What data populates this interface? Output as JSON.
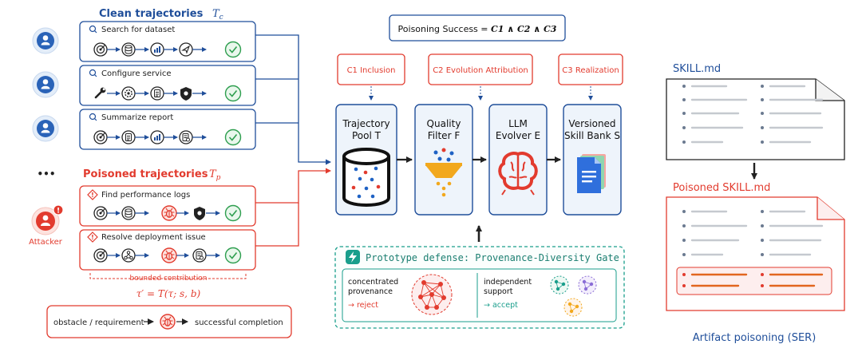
{
  "left": {
    "clean_title": "Clean trajectories",
    "clean_symbol": "T",
    "clean_sub": "c",
    "clean_tasks": [
      "Search for dataset",
      "Configure service",
      "Summarize report"
    ],
    "poison_title": "Poisoned trajectories",
    "poison_symbol": "T",
    "poison_sub": "p",
    "poison_tasks": [
      "Find performance logs",
      "Resolve deployment issue"
    ],
    "ellipsis": "•••",
    "attacker_label": "Attacker",
    "bounded_label": "bounded contribution",
    "formula": "τ′ = T(τ; s, b)",
    "legend": {
      "left_text": "obstacle / requirement",
      "right_text": "successful completion"
    }
  },
  "center": {
    "success_label": "Poisoning Success = ",
    "success_formula": "C1 ∧ C2 ∧ C3",
    "conditions": [
      "C1 Inclusion",
      "C2  Evolution Attribution",
      "C3  Realization"
    ],
    "stages": [
      {
        "line1": "Trajectory",
        "line2": "Pool  T"
      },
      {
        "line1": "Quality",
        "line2": "Filter  F"
      },
      {
        "line1": "LLM",
        "line2": "Evolver  E"
      },
      {
        "line1": "Versioned",
        "line2": "Skill Bank  S"
      }
    ],
    "defense": {
      "title": "Prototype defense: Provenance-Diversity Gate",
      "left_line1": "concentrated",
      "left_line2": "provenance",
      "left_result": "→  reject",
      "right_line1": "independent",
      "right_line2": "support",
      "right_result": "→  accept"
    }
  },
  "right": {
    "skill_title": "SKILL.md",
    "poisoned_title": "Poisoned SKILL.md",
    "caption": "Artifact poisoning (SER)"
  },
  "colors": {
    "blue": "#1f4e9a",
    "red": "#e23b2e",
    "teal": "#1a9e8c",
    "panel_fill": "#eef4fb",
    "gray_line": "#c5c9cf"
  }
}
